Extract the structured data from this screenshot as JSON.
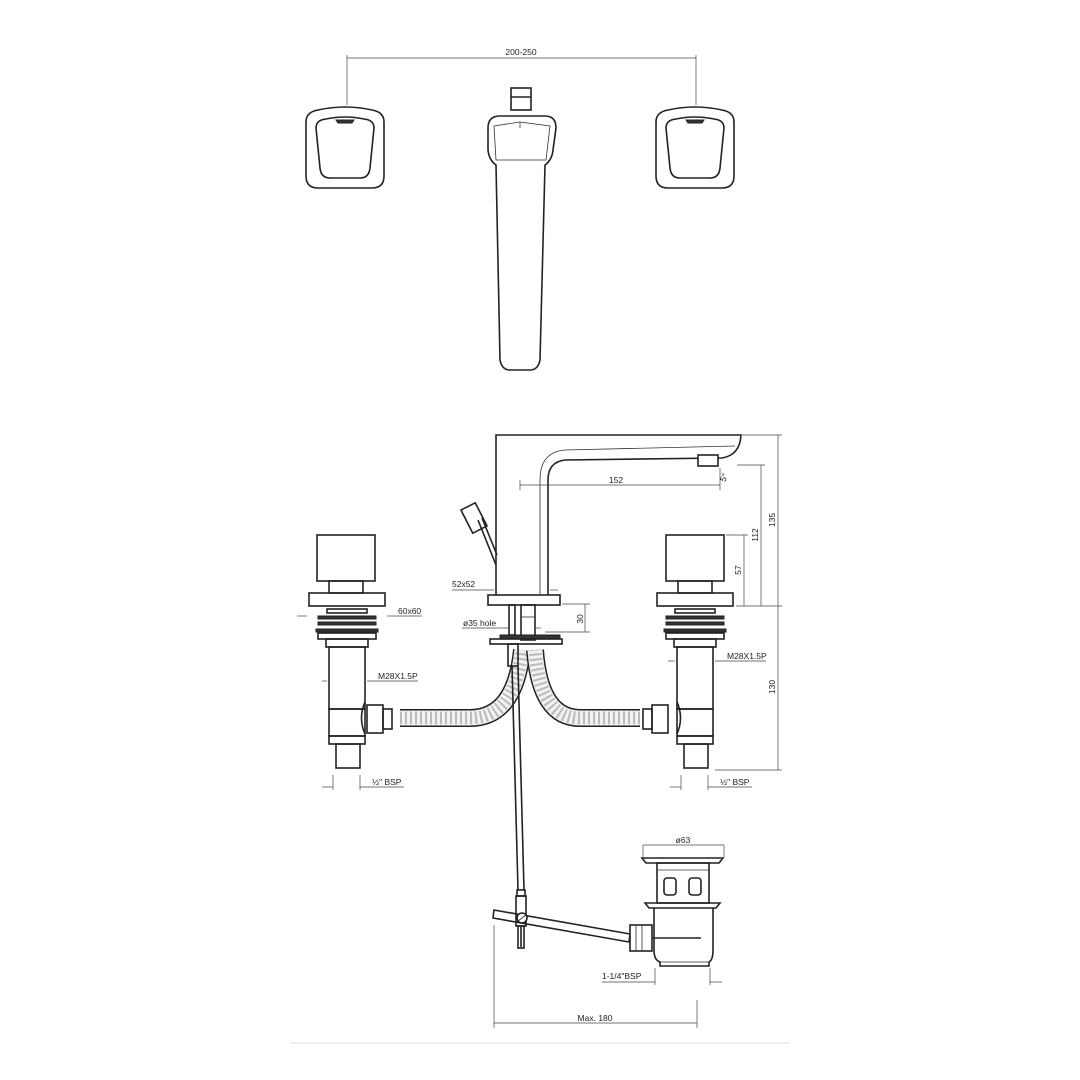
{
  "top_view": {
    "dim_width": "200-250"
  },
  "side_view": {
    "dim_spout_reach": "152",
    "dim_spout_angle": "5°",
    "dim_height_total": "135",
    "dim_height_outlet": "112",
    "dim_handle_height": "57",
    "dim_under_deck": "130",
    "dim_spout_base": "52x52",
    "dim_handle_base": "60x60",
    "dim_hole": "ø35 hole",
    "dim_deck_thickness": "30",
    "thread_left": "M28X1.5P",
    "thread_right": "M28X1.5P",
    "bsp_left": "½\" BSP",
    "bsp_right": "½\" BSP"
  },
  "waste": {
    "dim_diameter": "ø63",
    "thread": "1-1/4\"BSP",
    "dim_max": "Max. 180"
  }
}
